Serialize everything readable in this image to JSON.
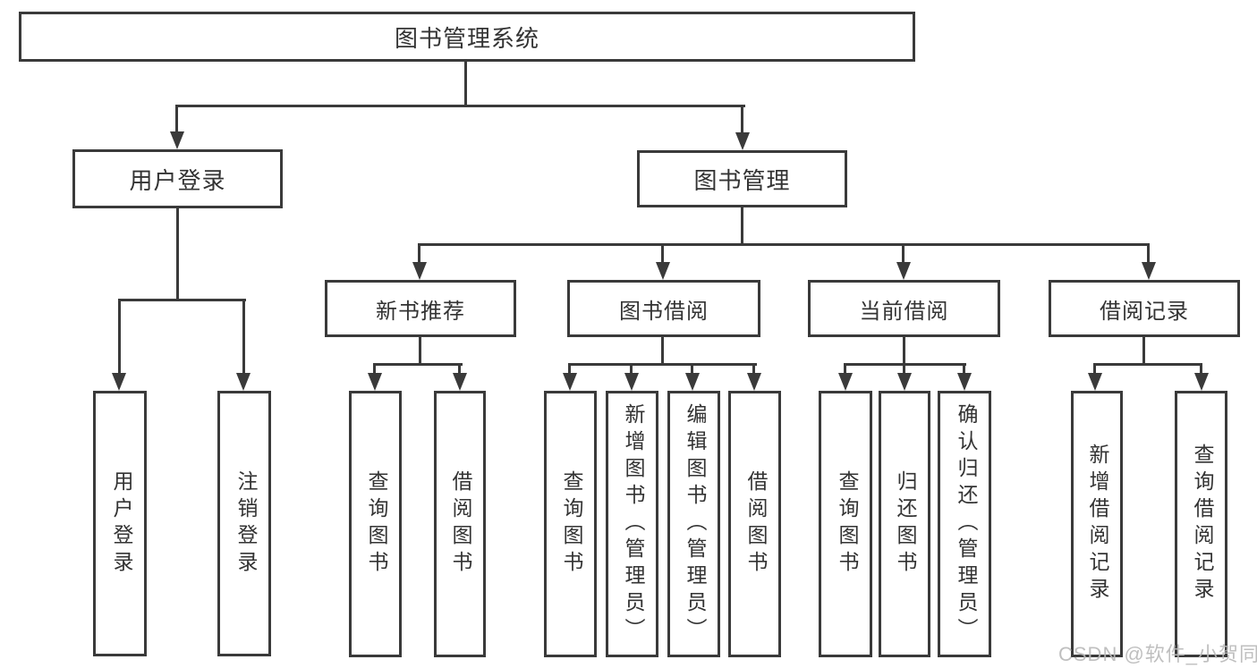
{
  "colors": {
    "line": "#3a3a3a",
    "text": "#333333",
    "watermark": "#b9b9b9",
    "background": "#ffffff"
  },
  "watermark": "CSDN @软件_小贺同学",
  "tree": {
    "root": "图书管理系统",
    "branches": [
      {
        "label": "用户登录",
        "children": [
          "用户登录",
          "注销登录"
        ]
      },
      {
        "label": "图书管理",
        "children": [
          {
            "label": "新书推荐",
            "children": [
              "查询图书",
              "借阅图书"
            ]
          },
          {
            "label": "图书借阅",
            "children": [
              "查询图书",
              "新增图书（管理员）",
              "编辑图书（管理员）",
              "借阅图书"
            ]
          },
          {
            "label": "当前借阅",
            "children": [
              "查询图书",
              "归还图书",
              "确认归还（管理员）"
            ]
          },
          {
            "label": "借阅记录",
            "children": [
              "新增借阅记录",
              "查询借阅记录"
            ]
          }
        ]
      }
    ]
  }
}
